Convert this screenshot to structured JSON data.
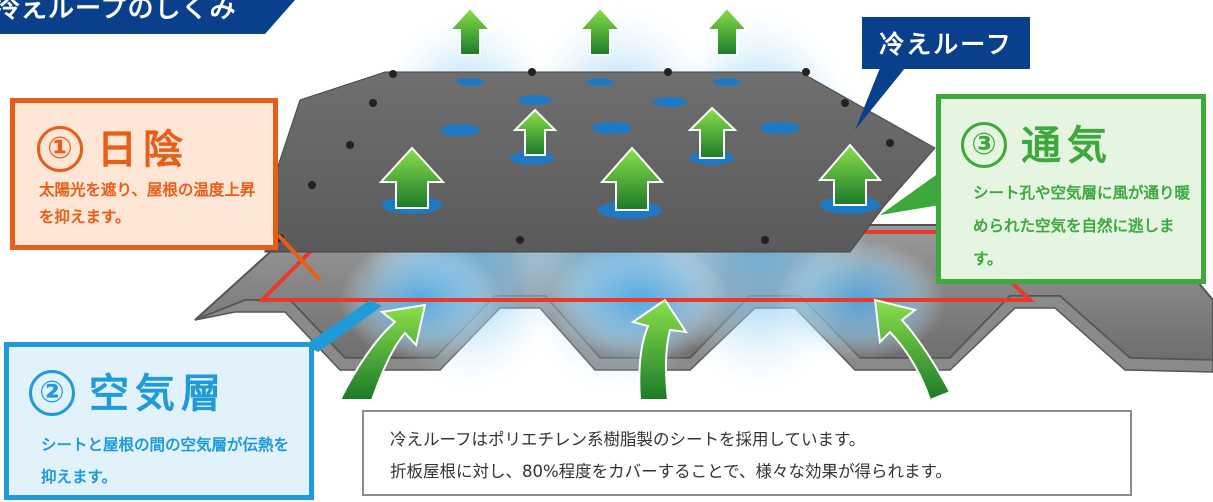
{
  "corner_banner": {
    "text": "冷えループのしくみ",
    "color": "#0a3f8c"
  },
  "product_tag": {
    "text": "冷えルーフ",
    "color": "#0a3f8c"
  },
  "shade": {
    "number": "①",
    "title": "日陰",
    "body": "太陽光を遮り、屋根の温度上昇を抑えます。",
    "color": "#e85d17",
    "background": "#fde6d6"
  },
  "air_layer": {
    "number": "②",
    "title": "空気層",
    "body": "シートと屋根の間の空気層が伝熱を抑えます。",
    "color": "#1e9bd8",
    "background": "#e2f2fb"
  },
  "ventilation": {
    "number": "③",
    "title": "通気",
    "body": "シート孔や空気層に風が通り暖められた空気を自然に逃します。",
    "color": "#3da93c",
    "background": "#e6f4e2"
  },
  "description": {
    "line1": "冷えルーフはポリエチレン系樹脂製のシートを採用しています。",
    "line2": "折板屋根に対し、80%程度をカバーすることで、様々な効果が得られます。"
  },
  "icons": [
    "up-arrow-icon",
    "curved-arrow-icon",
    "bolt-icon",
    "ventilation-hole-icon"
  ]
}
